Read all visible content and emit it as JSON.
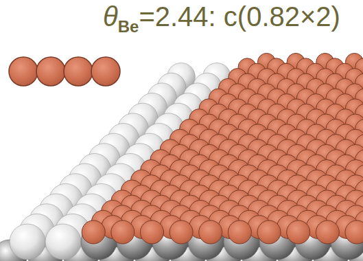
{
  "diagram": {
    "labels": [
      "θ",
      "Be",
      "=2.44: c(0.82×2)"
    ]
  }
}
